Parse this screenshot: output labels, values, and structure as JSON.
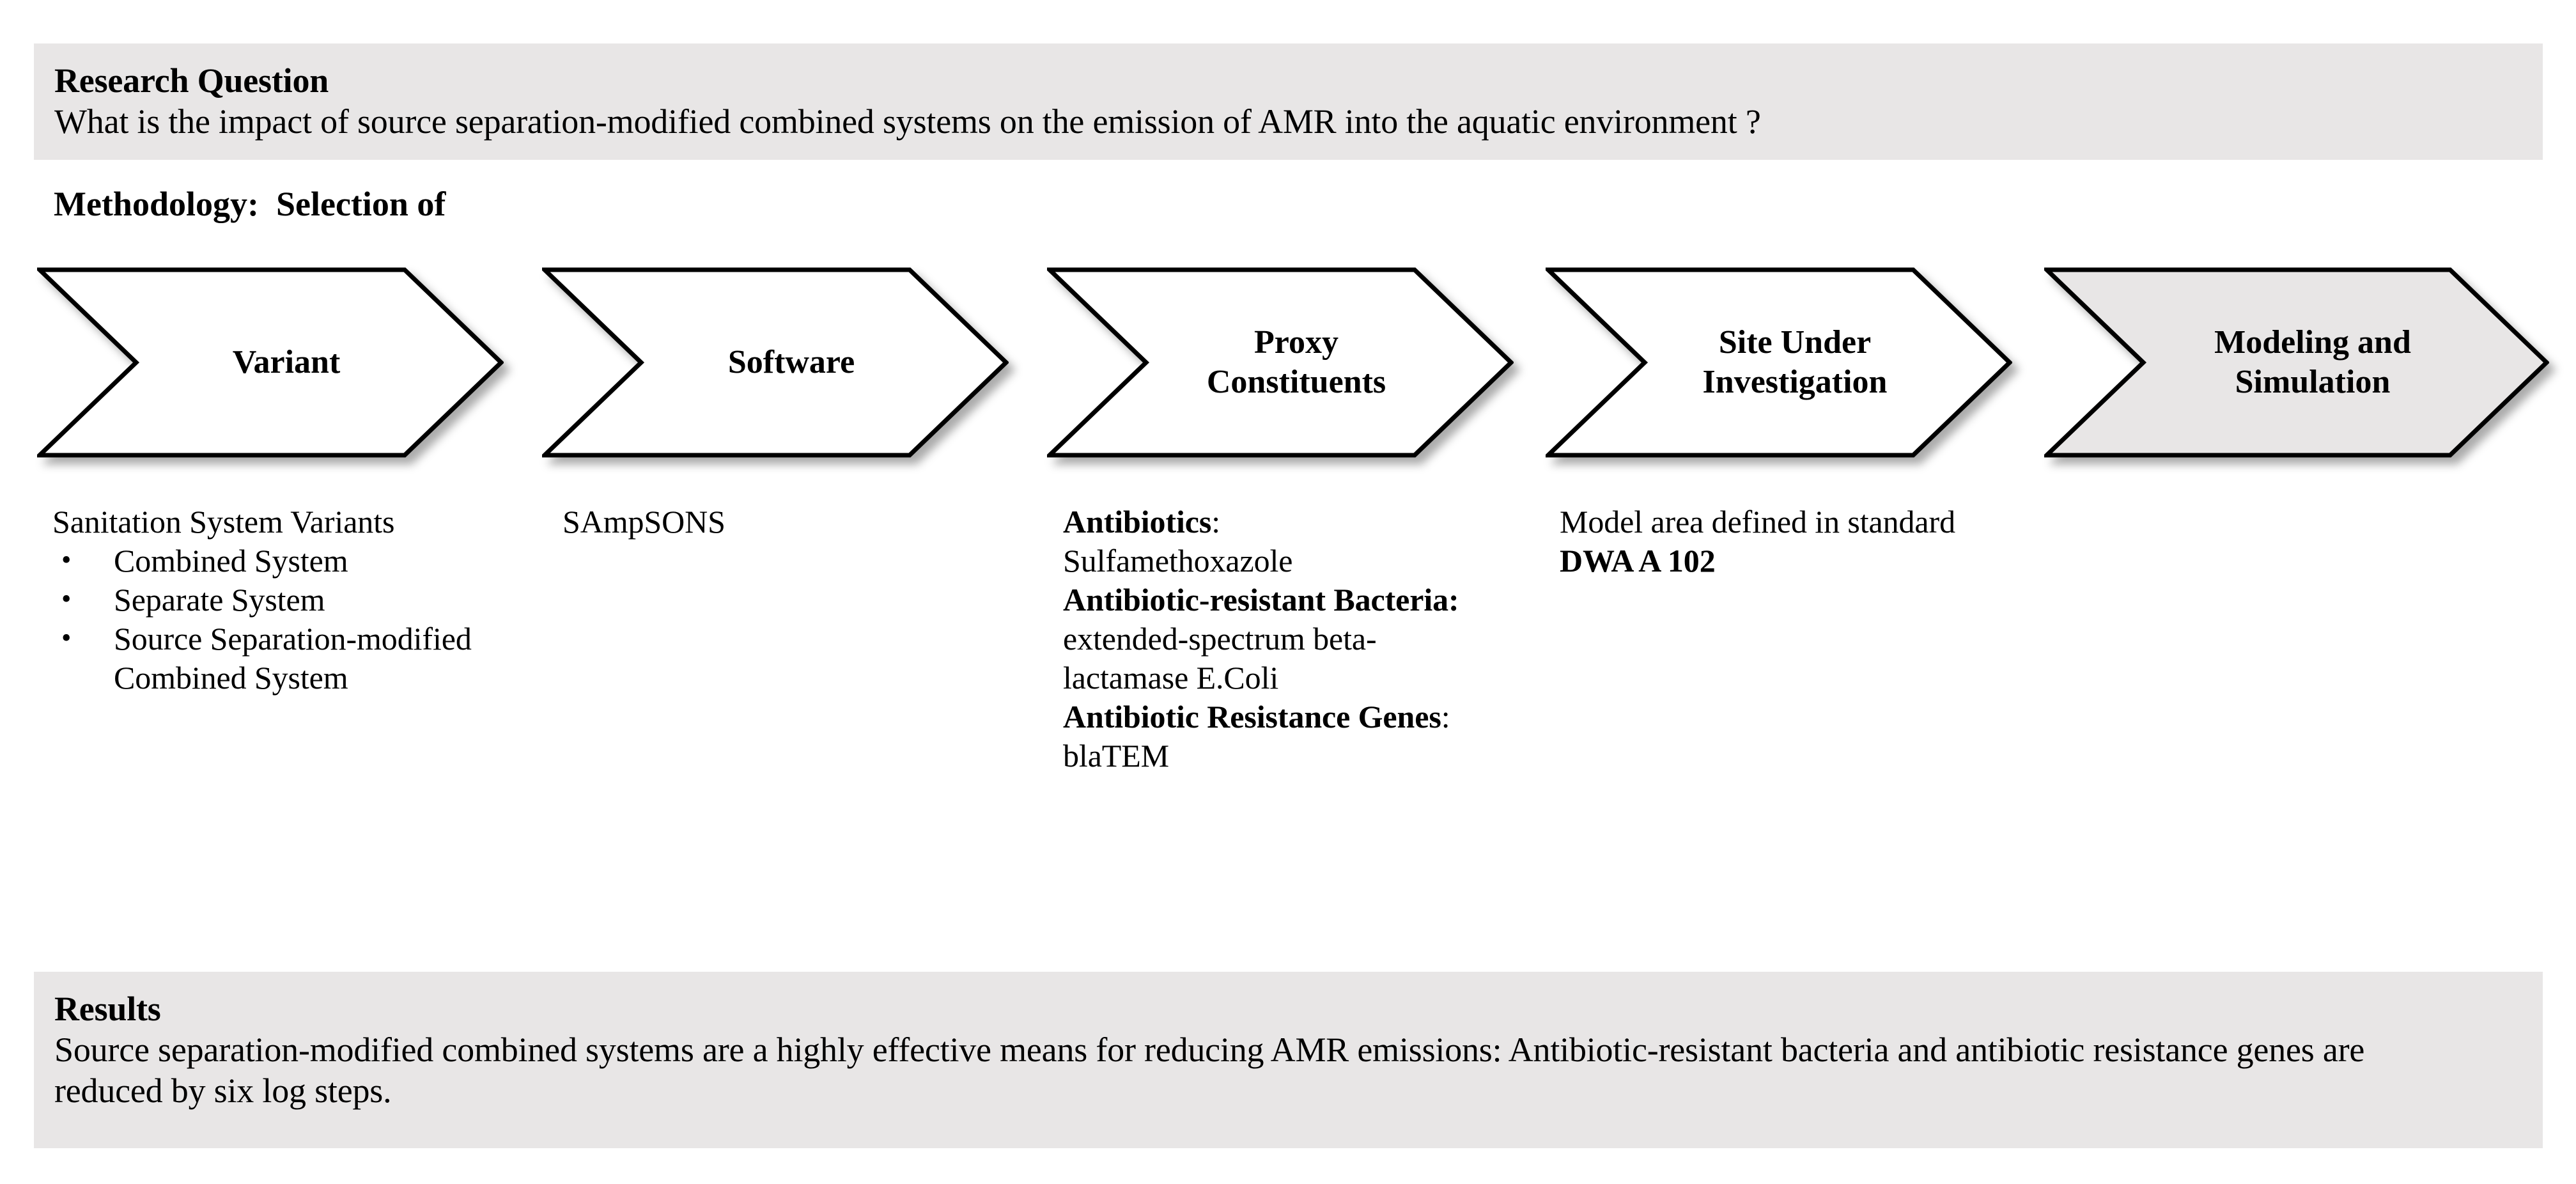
{
  "research": {
    "title": "Research Question",
    "text": "What is the impact of source separation-modified combined systems on the emission of AMR into the aquatic environment ?"
  },
  "methodology": {
    "heading": "Methodology:  Selection of"
  },
  "steps": [
    {
      "label": "Variant",
      "filled": false
    },
    {
      "label": "Software",
      "filled": false
    },
    {
      "label": "Proxy\nConstituents",
      "filled": false
    },
    {
      "label": "Site Under\nInvestigation",
      "filled": false
    },
    {
      "label": "Modeling and\nSimulation",
      "filled": true
    }
  ],
  "captions": {
    "variant": {
      "intro": "Sanitation System Variants",
      "bullet_glyph": "•",
      "items": [
        "Combined System",
        "Separate System",
        "Source Separation-modified Combined System"
      ]
    },
    "software": {
      "text": "SAmpSONS"
    },
    "proxy": {
      "antibiotics_label": "Antibiotics",
      "antibiotics_colon": ":",
      "antibiotics_value": "Sulfamethoxazole",
      "arb_label": "Antibiotic-resistant Bacteria:",
      "arb_value": " extended-spectrum beta-lactamase E.Coli",
      "arg_label": "Antibiotic Resistance Genes",
      "arg_colon": ":",
      "arg_value": " blaTEM"
    },
    "site": {
      "line1": "Model area defined in standard",
      "line2": "DWA A 102"
    }
  },
  "results": {
    "title": "Results",
    "text": "Source separation-modified combined systems are a highly effective means for reducing AMR emissions: Antibiotic-resistant bacteria and antibiotic resistance genes are reduced by six log steps."
  },
  "colors": {
    "band_background": "#e8e6e6",
    "chevron_fill_plain": "#ffffff",
    "chevron_fill_highlight": "#e8e6e6",
    "chevron_stroke": "#000000",
    "text": "#000000"
  }
}
